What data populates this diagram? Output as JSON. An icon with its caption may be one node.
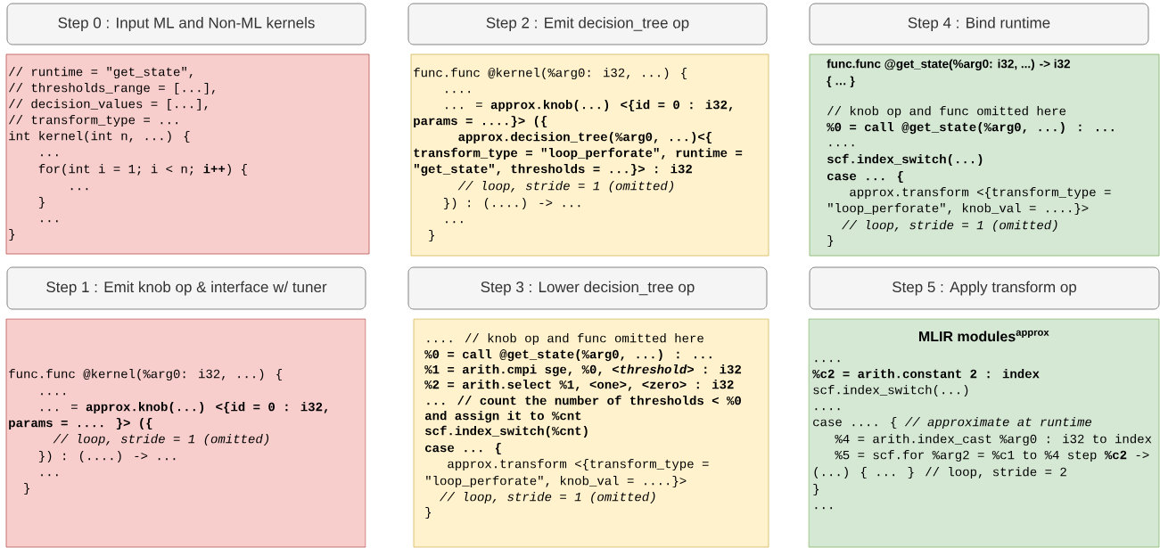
{
  "diagram": {
    "nodes": [
      {
        "text": [
          "Step 0 : Input ML and Non-ML kernels"
        ]
      },
      {
        "text": [
          "// runtime = \"get_state\",",
          "// thresholds_range = [...],",
          "// decision_values = [...],",
          "// transform_type = ...",
          "int kernel(int n, ...) {",
          "...",
          "for(int i = 1; i < n; **i++**) {",
          "...",
          "}",
          "...",
          "}"
        ]
      },
      {
        "text": [
          "Step 2 : Emit decision_tree op"
        ]
      },
      {
        "text": [
          "func.func @kernel(%arg0: i32, ...) {",
          "....",
          "... = **approx.knob(...) <{id = 0 : i32,**",
          "params = ....}> ({",
          "approx.decision_tree(%arg0, ...)<{",
          "transform_type = \"loop_perforate\", runtime =",
          "\"get_state\", thresholds = ...}> : i32",
          "// loop, stride = 1 (omitted)",
          "}) : (....) -> ...",
          "...",
          "}"
        ]
      },
      {
        "text": [
          "Step 4 : Bind runtime"
        ]
      },
      {
        "text": [
          "func.func @get_state(%arg0: i32, ...) -> i32",
          "{ … }",
          "// knob op and func omitted here",
          "%0 = call @get_state(%arg0, ...) : ...",
          "....",
          "scf.index_switch(...)",
          "case ... {",
          "approx.transform <{transform_type =",
          "\"loop_perforate\", knob_val = ....}>",
          "// loop, stride = 1 (omitted)",
          "}"
        ]
      },
      {
        "text": [
          "Step 1 : Emit knob op & interface w/ tuner"
        ]
      },
      {
        "text": [
          "func.func @kernel(%arg0: i32, ...) {",
          "....",
          "... = **approx.knob(...) <{id = 0 : i32,**",
          "params = .... }> ({",
          "// loop, stride = 1 (omitted)",
          "}) : (....) -> ...",
          "...",
          "}"
        ]
      },
      {
        "text": [
          "Step 3 : Lower decision_tree op"
        ]
      },
      {
        "text": [
          ".... // knob op and func omitted here",
          "%0 = call @get_state(%arg0, ...) : ...",
          "%1 = arith.cmpi sge, %0, *<threshold>* : i32",
          "%2 = arith.select %1, <one>, <zero> : i32",
          "... // count the number of thresholds < %0",
          "and assign it to %cnt",
          "scf.index_switch(%cnt)",
          "case ... {",
          "approx.transform <{transform_type =",
          "\"loop_perforate\", knob_val = ....}>",
          "// loop, stride = 1 (omitted)",
          "}"
        ]
      },
      {
        "text": [
          "Step 5 : Apply transform op"
        ]
      },
      {
        "text": [
          "MLIR modules$^{approx}$",
          "....",
          "%c2 = arith.constant 2 : index",
          "scf.index_switch(...)",
          "....",
          "case .... { *// approximate at runtime*",
          "%4 = arith.index_cast %arg0 : i32 to index",
          "%5 = scf.for %arg2 = %c1 to %4 step **%c2** ->",
          "(...) { ... } // loop, stride = 2",
          "}",
          "..."
        ]
      }
    ]
  }
}
